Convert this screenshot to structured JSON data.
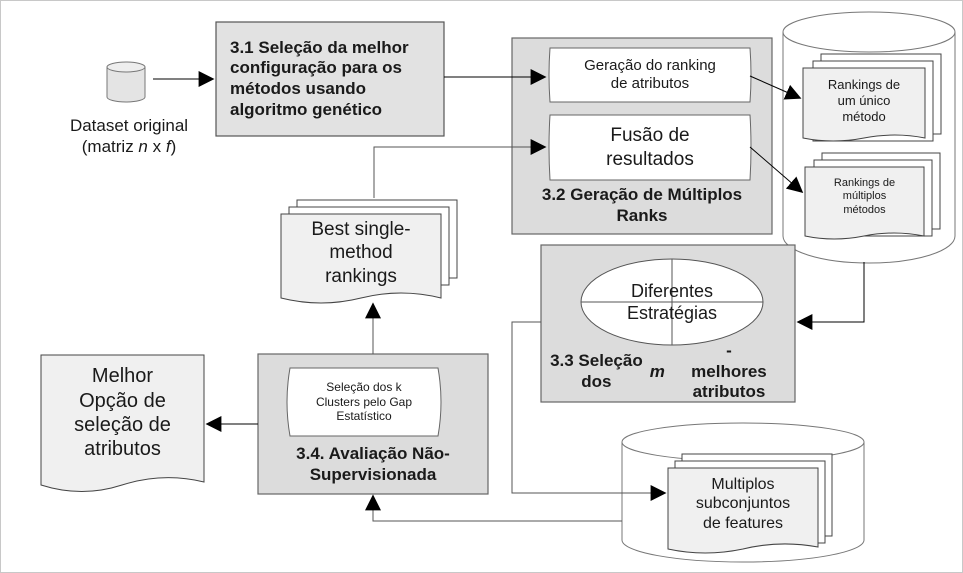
{
  "dataset": {
    "line1": "Dataset original",
    "line2_prefix": "(matriz ",
    "line2_n": "n",
    "line2_mid": " x ",
    "line2_f": "f",
    "line2_suffix": ")"
  },
  "box_31": {
    "title": "3.1 Seleção da melhor\nconfiguração para os\nmétodos usando\nalgoritmo genético"
  },
  "box_32": {
    "ranking_generation": "Geração do ranking\nde atributos",
    "results_fusion": "Fusão de\nresultados",
    "title": "3.2 Geração de Múltiplos\nRanks"
  },
  "storage_top": {
    "single_method": "Rankings de\num único\nmétodo",
    "multiple_methods": "Rankings de\nmúltiplos\nmétodos"
  },
  "best_rankings": {
    "text": "Best single-\nmethod\nrankings"
  },
  "box_33": {
    "strategies": "Diferentes\nEstratégias",
    "title_prefix": "3.3 Seleção dos ",
    "title_m": "m",
    "title_suffix": "-\nmelhores atributos"
  },
  "box_34": {
    "inner": "Seleção dos k\nClusters pelo Gap\nEstatístico",
    "title": "3.4. Avaliação Não-\nSupervisionada"
  },
  "best_option": {
    "text": "Melhor\nOpção de\nseleção de\natributos"
  },
  "storage_bottom": {
    "subsets": "Multiplos\nsubconjuntos\nde features"
  }
}
